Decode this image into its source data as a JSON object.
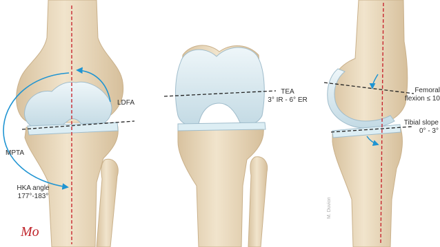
{
  "labels": {
    "ldfa": "LDFA",
    "mpta": "MPTA",
    "hka_title": "HKA angle",
    "hka_range": "177°-183°",
    "tea_title": "TEA",
    "tea_range": "3° IR - 6° ER",
    "femoral_title": "Femoral",
    "femoral_value": "flexion ≤ 10",
    "tibial_title": "Tibial slope",
    "tibial_value": "0° - 3°"
  },
  "signature": "Mo",
  "illustrator_credit": "M. Duvion",
  "colors": {
    "bone": "#ecdcc0",
    "bone_shadow": "#d4bd98",
    "implant": "#d5e7ee",
    "implant_edge": "#9fbccb",
    "mechanical_axis": "#c8262f",
    "joint_line": "#222222",
    "angle_arc": "#1f94d2",
    "signature": "#c0262d"
  }
}
